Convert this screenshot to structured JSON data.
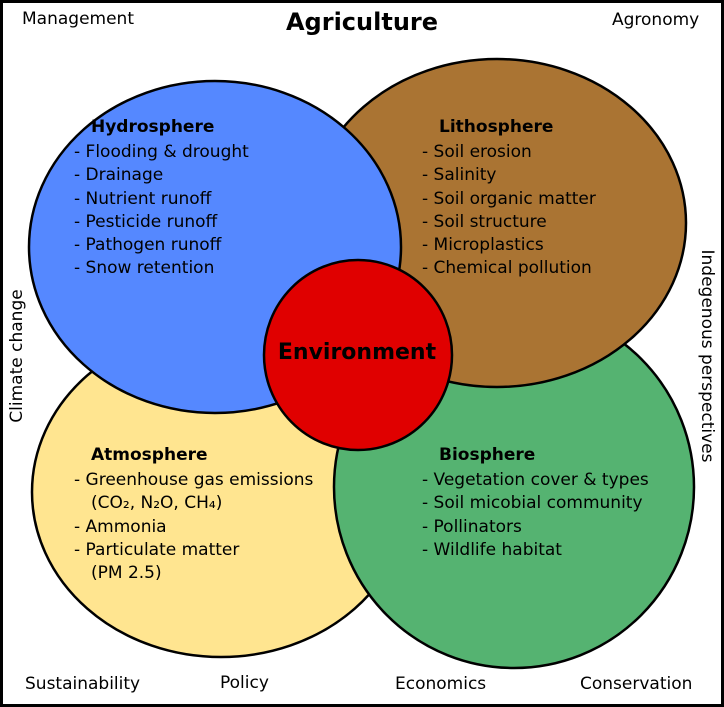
{
  "title": "Agriculture",
  "corners": {
    "top_left": "Management",
    "top_right": "Agronomy",
    "bottom_left": "Sustainability",
    "bottom_right": "Conservation"
  },
  "bottom_labels": {
    "left": "Policy",
    "right": "Economics"
  },
  "side_labels": {
    "left": "Climate change",
    "right": "Indegenous perspectives"
  },
  "center": "Environment",
  "spheres": {
    "hydrosphere": {
      "title": "Hydrosphere",
      "color": "#5588ff",
      "items": [
        "- Flooding & drought",
        "- Drainage",
        "- Nutrient runoff",
        "- Pesticide runoff",
        "- Pathogen runoff",
        "- Snow retention"
      ]
    },
    "lithosphere": {
      "title": "Lithosphere",
      "color": "#aa7433",
      "items": [
        "- Soil erosion",
        "- Salinity",
        "- Soil organic matter",
        "- Soil structure",
        "- Microplastics",
        "- Chemical pollution"
      ]
    },
    "atmosphere": {
      "title": "Atmosphere",
      "color": "#ffe590",
      "ghg_label": "- Greenhouse gas emissions",
      "ghg_formula": "(CO₂, N₂O, CH₄)",
      "ammonia": "- Ammonia",
      "pm_label": "- Particulate matter",
      "pm_detail": "(PM 2.5)"
    },
    "biosphere": {
      "title": "Biosphere",
      "color": "#55b371",
      "items": [
        "- Vegetation cover & types",
        "- Soil micobial community",
        "- Pollinators",
        "- Wildlife habitat"
      ]
    },
    "environment_color": "#e00000"
  }
}
